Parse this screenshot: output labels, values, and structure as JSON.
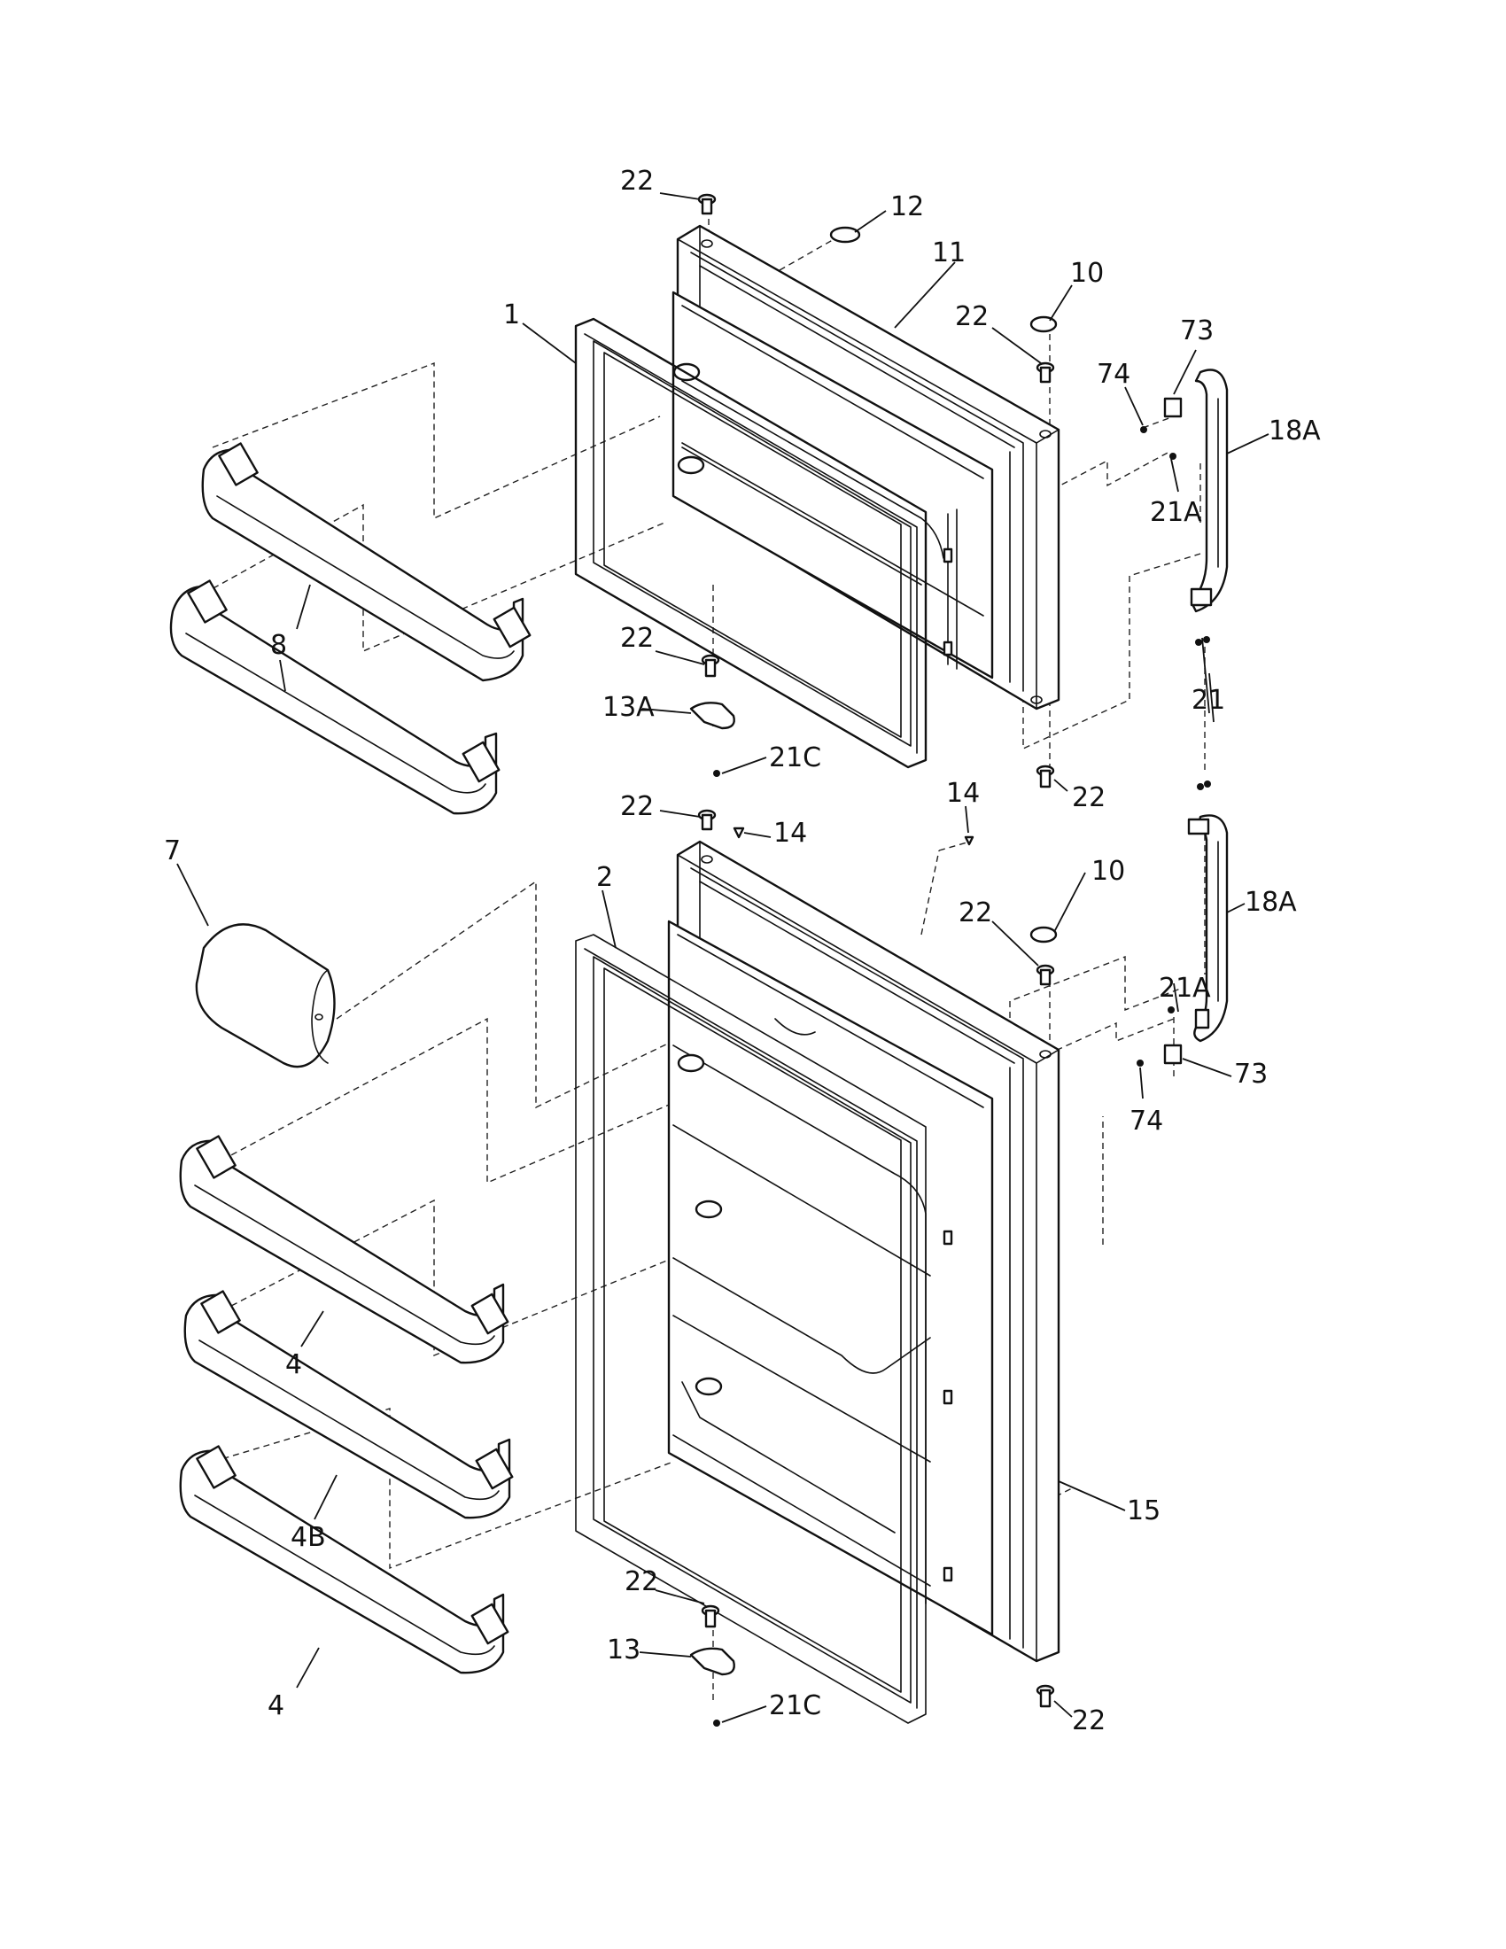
{
  "callouts": {
    "c22a": "22",
    "c12": "12",
    "c11": "11",
    "c10a": "10",
    "c22b": "22",
    "c1": "1",
    "c74a": "74",
    "c73a": "73",
    "c18Aa": "18A",
    "c21Aa": "21A",
    "c8": "8",
    "c22c": "22",
    "c13A": "13A",
    "c21Ca": "21C",
    "c21": "21",
    "c22d": "22",
    "c14a": "14",
    "c22e": "22",
    "c14b": "14",
    "c7": "7",
    "c2": "2",
    "c10b": "10",
    "c22f": "22",
    "c18Ab": "18A",
    "c21Ab": "21A",
    "c73b": "73",
    "c74b": "74",
    "c4a": "4",
    "c15": "15",
    "c4B": "4B",
    "c22g": "22",
    "c13": "13",
    "c21Cb": "21C",
    "c22h": "22",
    "c4b": "4"
  }
}
